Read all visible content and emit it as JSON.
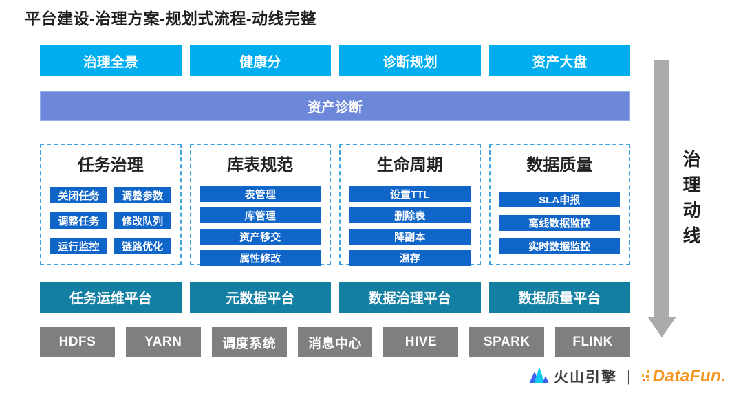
{
  "title": "平台建设-治理方案-规划式流程-动线完整",
  "top_row": [
    "治理全景",
    "健康分",
    "诊断规划",
    "资产大盘"
  ],
  "banner": "资产诊断",
  "groups": [
    {
      "title": "任务治理",
      "items": [
        "关闭任务",
        "调整参数",
        "调整任务",
        "修改队列",
        "运行监控",
        "链路优化"
      ]
    },
    {
      "title": "库表规范",
      "items": [
        "表管理",
        "库管理",
        "资产移交",
        "属性修改"
      ]
    },
    {
      "title": "生命周期",
      "items": [
        "设置TTL",
        "删除表",
        "降副本",
        "温存"
      ]
    },
    {
      "title": "数据质量",
      "items": [
        "SLA申报",
        "离线数据监控",
        "实时数据监控"
      ]
    }
  ],
  "platform_row": [
    "任务运维平台",
    "元数据平台",
    "数据治理平台",
    "数据质量平台"
  ],
  "infra_row": [
    "HDFS",
    "YARN",
    "调度系统",
    "消息中心",
    "HIVE",
    "SPARK",
    "FLINK"
  ],
  "flow_label": "治理动线",
  "footer": {
    "volcano": "火山引擎",
    "separator": "|",
    "datafun": "DataFun."
  },
  "colors": {
    "cyan": "#00aeef",
    "periwinkle": "#6d87db",
    "chip_blue": "#1065c8",
    "dashed_border": "#3fa3de",
    "teal": "#137fa3",
    "infra_gray": "#7f7f7f",
    "arrow_gray": "#ababab",
    "datafun_orange": "#f7941e"
  }
}
